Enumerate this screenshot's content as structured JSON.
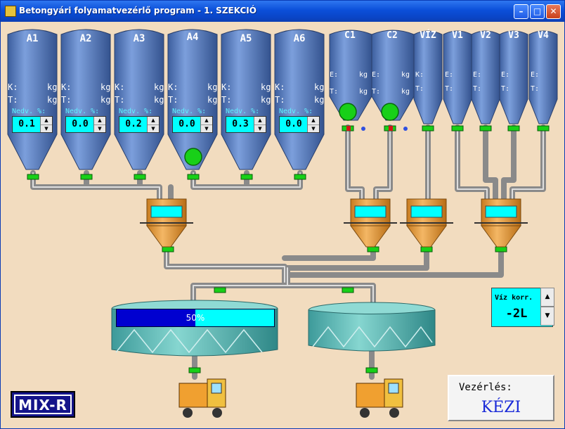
{
  "window": {
    "title": "Betongyári folyamatvezérlő program - 1. SZEKCIÓ"
  },
  "silos": [
    {
      "name": "A1",
      "k_label": "K:",
      "k_unit": "kg",
      "t_label": "T:",
      "t_unit": "kg",
      "nedv_label": "Nedv. %:",
      "nedv_value": "0.1"
    },
    {
      "name": "A2",
      "k_label": "K:",
      "k_unit": "kg",
      "t_label": "T:",
      "t_unit": "kg",
      "nedv_label": "Nedv. %:",
      "nedv_value": "0.0"
    },
    {
      "name": "A3",
      "k_label": "K:",
      "k_unit": "kg",
      "t_label": "T:",
      "t_unit": "kg",
      "nedv_label": "Nedv. %:",
      "nedv_value": "0.2"
    },
    {
      "name": "A4",
      "k_label": "K:",
      "k_unit": "kg",
      "t_label": "T:",
      "t_unit": "kg",
      "nedv_label": "Nedv. %:",
      "nedv_value": "0.0"
    },
    {
      "name": "A5",
      "k_label": "K:",
      "k_unit": "kg",
      "t_label": "T:",
      "t_unit": "kg",
      "nedv_label": "Nedv. %:",
      "nedv_value": "0.3"
    },
    {
      "name": "A6",
      "k_label": "K:",
      "k_unit": "kg",
      "t_label": "T:",
      "t_unit": "kg",
      "nedv_label": "Nedv. %:",
      "nedv_value": "0.0"
    }
  ],
  "small_silos": [
    {
      "name": "C1",
      "e_label": "E:",
      "e_unit": "kg",
      "t_label": "T:",
      "t_unit": "kg"
    },
    {
      "name": "C2",
      "e_label": "E:",
      "e_unit": "kg",
      "t_label": "T:",
      "t_unit": "kg"
    },
    {
      "name": "VÍZ",
      "e_label": "K:",
      "e_unit": "",
      "t_label": "T:",
      "t_unit": ""
    },
    {
      "name": "V1",
      "e_label": "E:",
      "e_unit": "",
      "t_label": "T:",
      "t_unit": ""
    },
    {
      "name": "V2",
      "e_label": "E:",
      "e_unit": "",
      "t_label": "T:",
      "t_unit": ""
    },
    {
      "name": "V3",
      "e_label": "E:",
      "e_unit": "",
      "t_label": "T:",
      "t_unit": ""
    },
    {
      "name": "V4",
      "e_label": "E:",
      "e_unit": "",
      "t_label": "T:",
      "t_unit": ""
    }
  ],
  "mixer_progress": {
    "percent": 50,
    "label": "50%"
  },
  "water_correction": {
    "label": "Víz korr.",
    "value": "-2L"
  },
  "control": {
    "label": "Vezérlés:",
    "value": "KÉZI"
  },
  "logo": {
    "text": "MIX-R"
  },
  "colors": {
    "silo": "#5b7fc0",
    "hopper": "#e29a3a",
    "mixer": "#4fb5b5",
    "indicator": "#18d018",
    "display": "#00ffff"
  }
}
